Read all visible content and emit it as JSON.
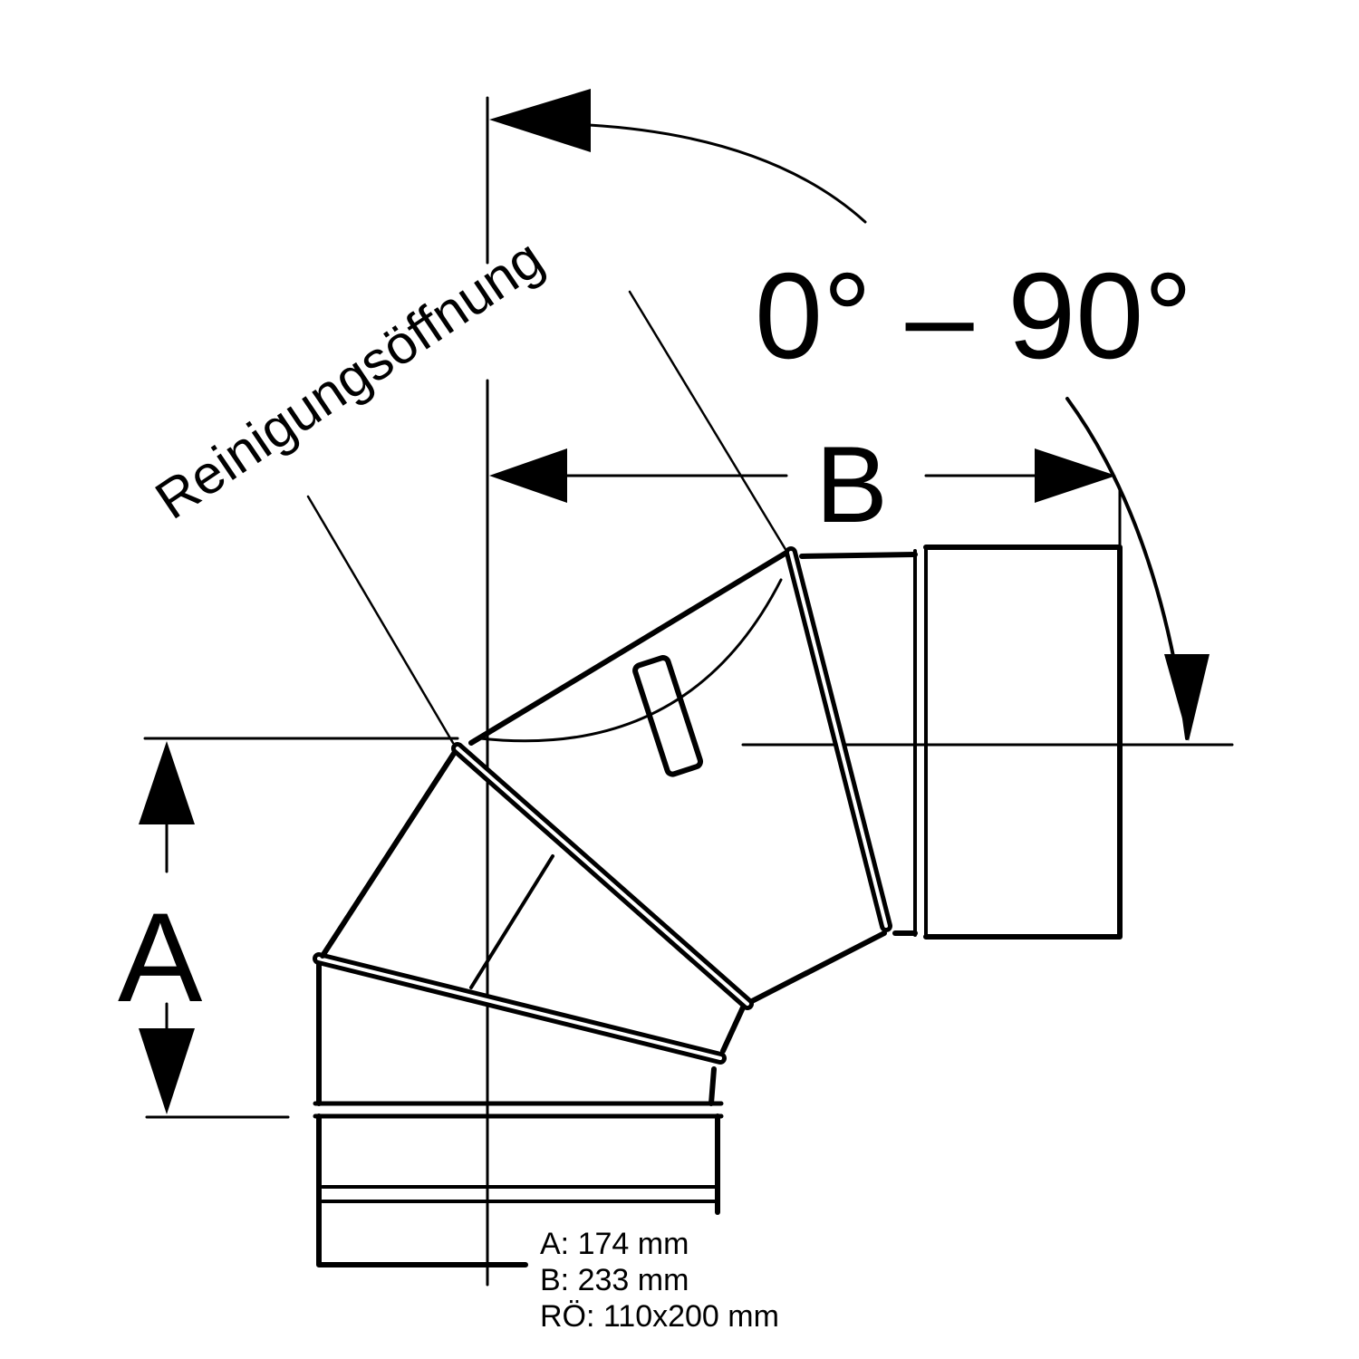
{
  "diagram": {
    "angle_label": "0° – 90°",
    "dimension_a_label": "A",
    "dimension_b_label": "B",
    "cleaning_opening_label": "Reinigungsöffnung"
  },
  "specs": {
    "a": "A: 174 mm",
    "b": "B: 233 mm",
    "ro": "RÖ: 110x200 mm"
  }
}
